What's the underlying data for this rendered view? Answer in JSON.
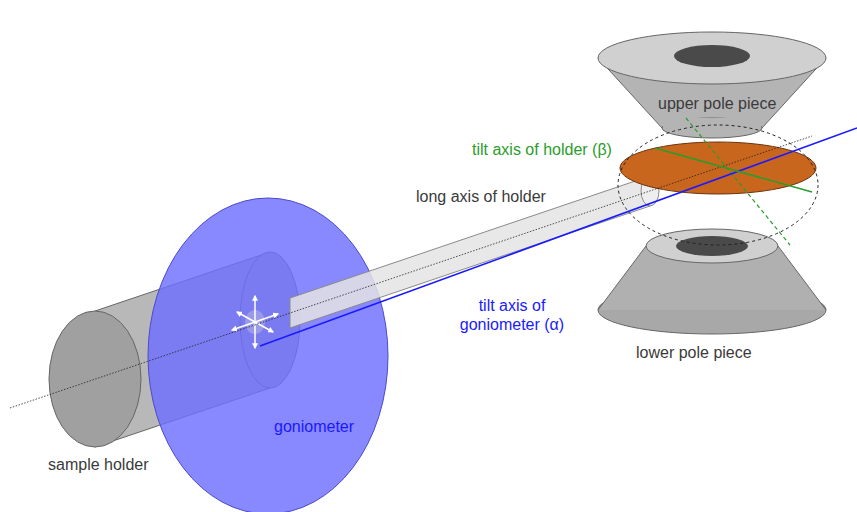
{
  "diagram": {
    "labels": [
      "upper pole piece",
      "tilt axis of holder (β)",
      "long axis of holder",
      "tilt axis of goniometer (α)",
      "lower pole piece",
      "goniometer",
      "sample holder"
    ]
  }
}
